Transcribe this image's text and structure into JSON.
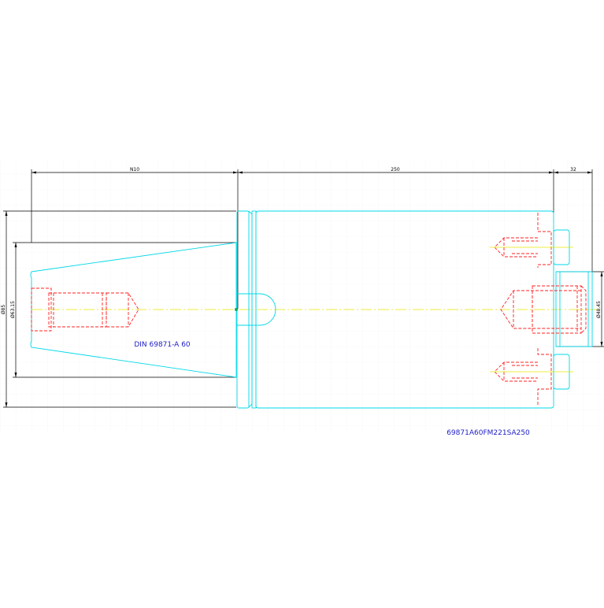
{
  "drawing": {
    "colors": {
      "outline": "#00d8e8",
      "hidden": "#ff2020",
      "centerline": "#e8e800",
      "dimension": "#000000",
      "text_label": "#2020c8",
      "grid": "#f2f2f2"
    },
    "dimensions": {
      "top_left_length": "N10",
      "top_mid_length": "250",
      "top_right_length": "32",
      "left_outer_diameter": "Ø85",
      "left_inner_diameter": "Ø63.15",
      "right_diameter": "Ø48.45"
    },
    "labels": {
      "standard": "DIN 69871-A 60",
      "part_number": "69871A60FM221SA250"
    }
  }
}
